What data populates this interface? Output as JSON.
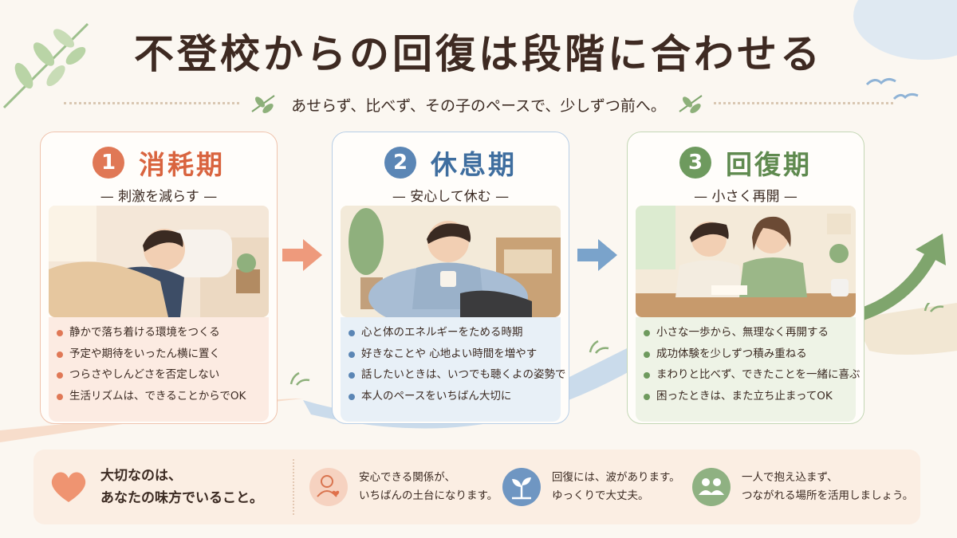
{
  "title": "不登校からの回復は段階に合わせる",
  "subtitle": "あせらず、比べず、その子のペースで、少しずつ前へ。",
  "stages": [
    {
      "number": "1",
      "title": "消耗期",
      "subtitle": "— 刺激を減らす —",
      "color": "#e07856",
      "bullets": [
        "静かで落ち着ける環境をつくる",
        "予定や期待をいったん横に置く",
        "つらさやしんどさを否定しない",
        "生活リズムは、できることからでOK"
      ]
    },
    {
      "number": "2",
      "title": "休息期",
      "subtitle": "— 安心して休む —",
      "color": "#5b86b5",
      "bullets": [
        "心と体のエネルギーをためる時期",
        "好きなことや 心地よい時間を増やす",
        "話したいときは、いつでも聴くよの姿勢で",
        "本人のペースをいちばん大切に"
      ]
    },
    {
      "number": "3",
      "title": "回復期",
      "subtitle": "— 小さく再開 —",
      "color": "#6e9a5e",
      "bullets": [
        "小さな一歩から、無理なく再開する",
        "成功体験を少しずつ積み重ねる",
        "まわりと比べず、できたことを一緒に喜ぶ",
        "困ったときは、また立ち止まってOK"
      ]
    }
  ],
  "bottom": {
    "main_line1": "大切なのは、",
    "main_line2": "あなたの味方でいること。",
    "tips": [
      {
        "line1": "安心できる関係が、",
        "line2": "いちばんの土台になります。",
        "icon": "person-heart-icon",
        "color": "#f6d2c0"
      },
      {
        "line1": "回復には、波があります。",
        "line2": "ゆっくりで大丈夫。",
        "icon": "sprout-icon",
        "color": "#6f96c2"
      },
      {
        "line1": "一人で抱え込まず、",
        "line2": "つながれる場所を活用しましょう。",
        "icon": "people-icon",
        "color": "#8fb182"
      }
    ]
  }
}
